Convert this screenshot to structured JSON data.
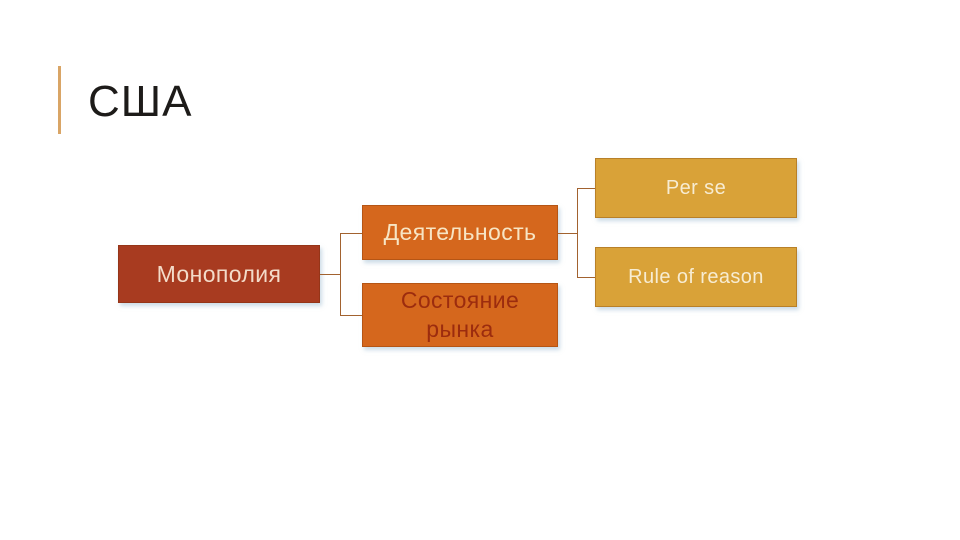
{
  "slide": {
    "title": "США",
    "accent_line_color": "#d9a566",
    "background_color": "#ffffff",
    "title_color": "#1d1b19"
  },
  "diagram": {
    "type": "hierarchy",
    "direction": "left-to-right",
    "connector_color": "#a2622f",
    "nodes": [
      {
        "id": "monopoly",
        "label": "Монополия",
        "fill": "#a83b20",
        "text_color": "#f3dbc9"
      },
      {
        "id": "activity",
        "label": "Деятельность",
        "fill": "#d5671d",
        "text_color": "#f7e5c4"
      },
      {
        "id": "market-state",
        "label": "Состояние рынка",
        "fill": "#d5671d",
        "text_color": "#9c2c0e"
      },
      {
        "id": "per-se",
        "label": "Per se",
        "fill": "#d9a238",
        "text_color": "#f7ecd2"
      },
      {
        "id": "rule-of-reason",
        "label": "Rule of reason",
        "fill": "#d9a238",
        "text_color": "#f7ecd2"
      }
    ],
    "edges": [
      {
        "from": "monopoly",
        "to": "activity"
      },
      {
        "from": "monopoly",
        "to": "market-state"
      },
      {
        "from": "activity",
        "to": "per-se"
      },
      {
        "from": "activity",
        "to": "rule-of-reason"
      }
    ]
  }
}
